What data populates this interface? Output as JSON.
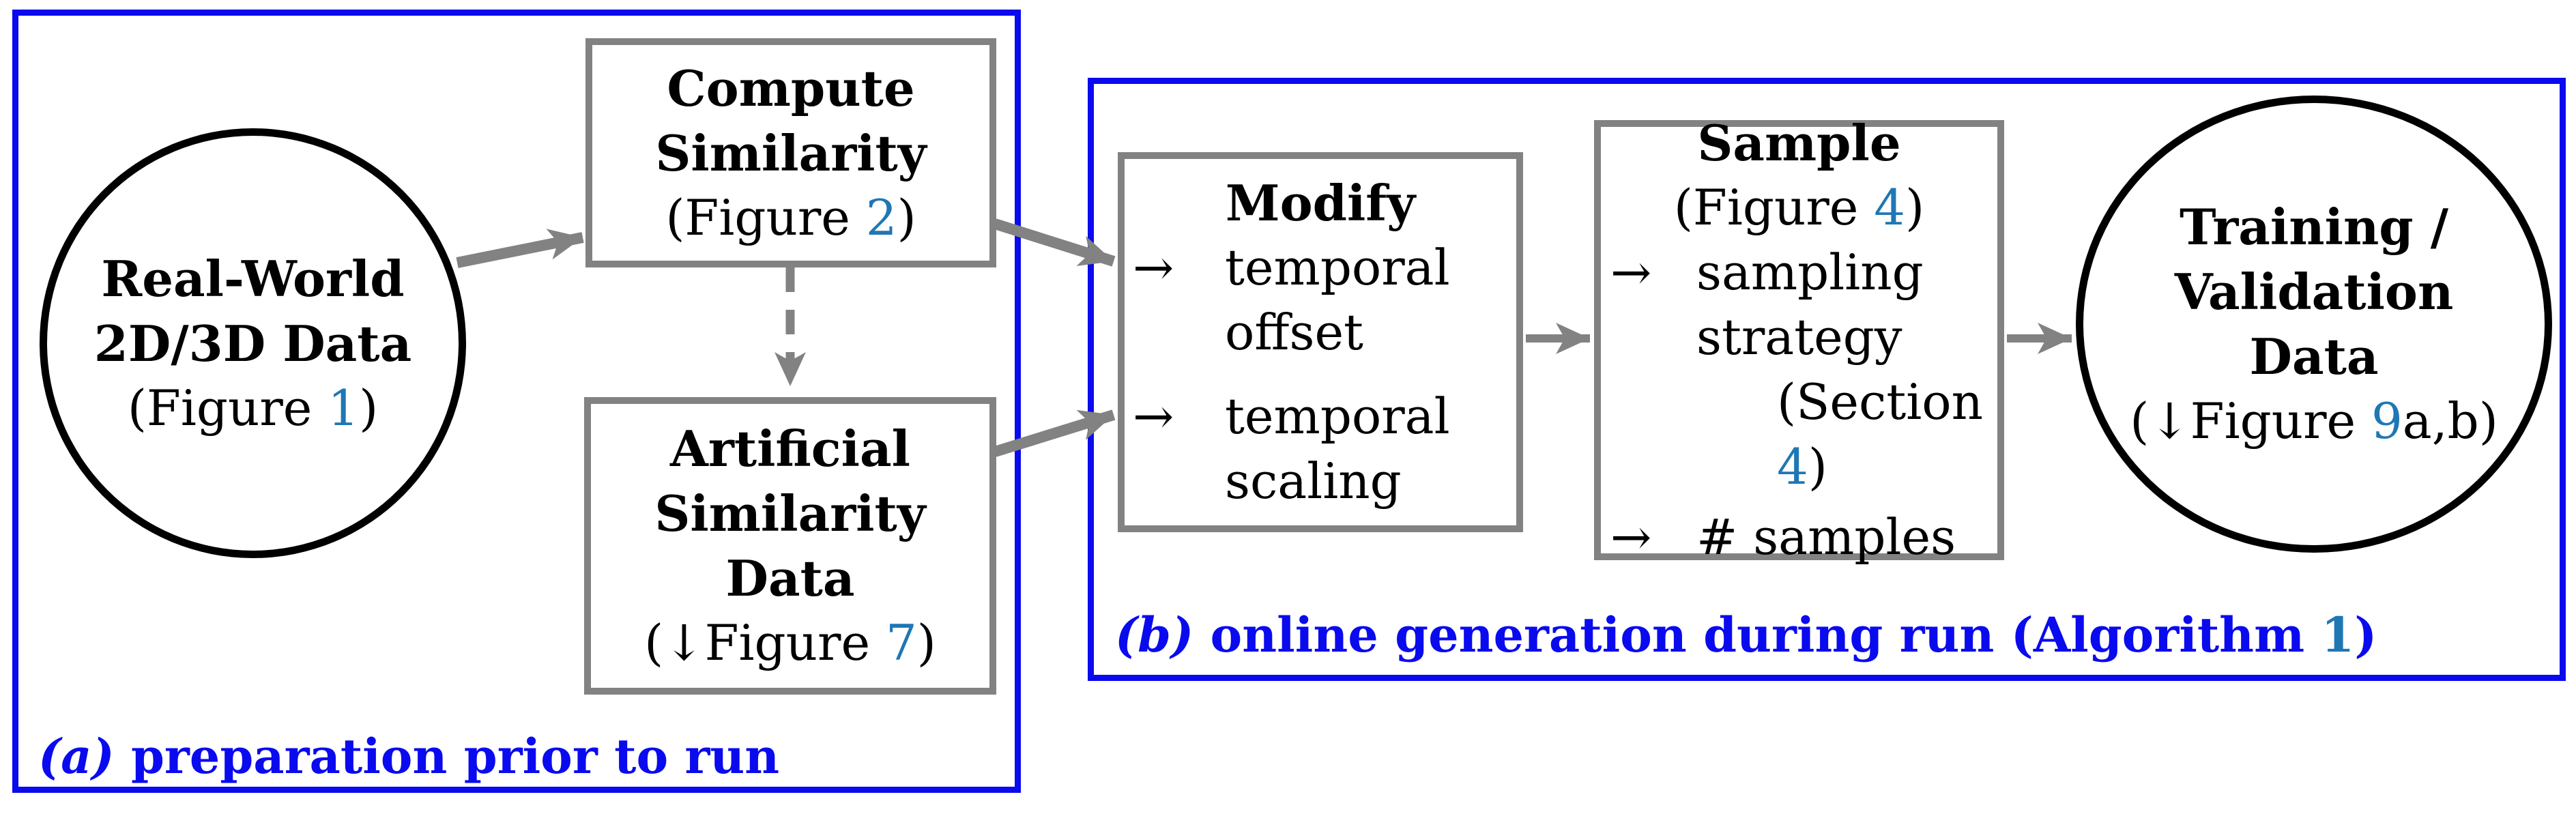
{
  "colors": {
    "panel_border_blue": "#0a0aef",
    "caption_blue": "#0a0aef",
    "node_border_gray": "#828282",
    "arrow_gray": "#828282",
    "figure_link_blue": "#1f77b4",
    "ellipse_border_black": "#000000",
    "background": "#ffffff"
  },
  "panel_a": {
    "caption": {
      "label": "(a)",
      "text": " preparation prior to run"
    },
    "real_world": {
      "line1": "Real-World",
      "line2": "2D/3D Data",
      "ref_open": "(Figure ",
      "ref_num": "1",
      "ref_close": ")"
    },
    "compute": {
      "line1": "Compute",
      "line2": "Similarity",
      "ref_open": "(Figure ",
      "ref_num": "2",
      "ref_close": ")"
    },
    "artificial": {
      "line1": "Artificial",
      "line2": "Similarity",
      "line3": "Data",
      "ref_open": "(↓Figure ",
      "ref_num": "7",
      "ref_close": ")"
    }
  },
  "panel_b": {
    "caption": {
      "label": "(b)",
      "text": " online generation during run (Algorithm ",
      "ref_num": "1",
      "close": ")"
    },
    "modify": {
      "title": "Modify",
      "item1": {
        "bullet": "→",
        "line1": "temporal",
        "line2": "offset"
      },
      "item2": {
        "bullet": "→",
        "line1": "temporal",
        "line2": "scaling"
      }
    },
    "sample": {
      "title": "Sample",
      "ref_open": "(Figure ",
      "ref_num": "4",
      "ref_close": ")",
      "item1": {
        "bullet": "→",
        "line1": "sampling",
        "line2": "strategy",
        "sub_open": "(Section ",
        "sub_num": "4",
        "sub_close": ")"
      },
      "item2": {
        "bullet": "→",
        "text": "# samples"
      }
    },
    "training": {
      "line1": "Training /",
      "line2": "Validation",
      "line3": "Data",
      "ref_open": "(↓Figure ",
      "ref_num": "9",
      "ref_close": "a,b)"
    }
  }
}
